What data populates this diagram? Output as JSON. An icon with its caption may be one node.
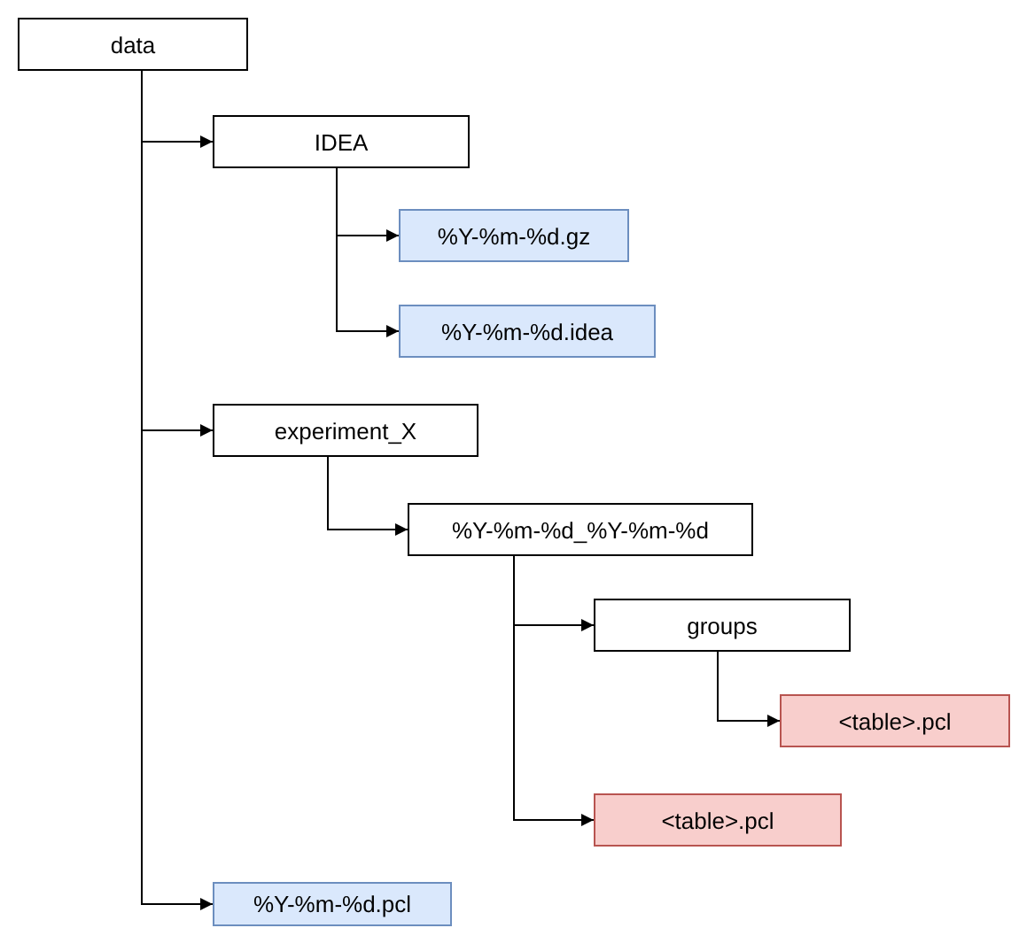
{
  "diagram": {
    "nodes": [
      {
        "text": [
          "data"
        ]
      },
      {
        "text": [
          "IDEA"
        ]
      },
      {
        "text": [
          "%Y-%m-%d.gz"
        ]
      },
      {
        "text": [
          "%Y-%m-%d.idea"
        ]
      },
      {
        "text": [
          "experiment_X"
        ]
      },
      {
        "text": [
          "%Y-%m-%d_%Y-%m-%d"
        ]
      },
      {
        "text": [
          "groups"
        ]
      },
      {
        "text": [
          "<table>.pcl"
        ]
      },
      {
        "text": [
          "<table>.pcl"
        ]
      },
      {
        "text": [
          "%Y-%m-%d.pcl"
        ]
      }
    ],
    "edges": [
      {
        "from": 0,
        "to": 1,
        "arrow": "to"
      },
      {
        "from": 1,
        "to": 2,
        "arrow": "to"
      },
      {
        "from": 1,
        "to": 3,
        "arrow": "to"
      },
      {
        "from": 0,
        "to": 4,
        "arrow": "to"
      },
      {
        "from": 4,
        "to": 5,
        "arrow": "to"
      },
      {
        "from": 5,
        "to": 6,
        "arrow": "to"
      },
      {
        "from": 6,
        "to": 7,
        "arrow": "to"
      },
      {
        "from": 5,
        "to": 8,
        "arrow": "to"
      },
      {
        "from": 0,
        "to": 9,
        "arrow": "to"
      }
    ]
  }
}
